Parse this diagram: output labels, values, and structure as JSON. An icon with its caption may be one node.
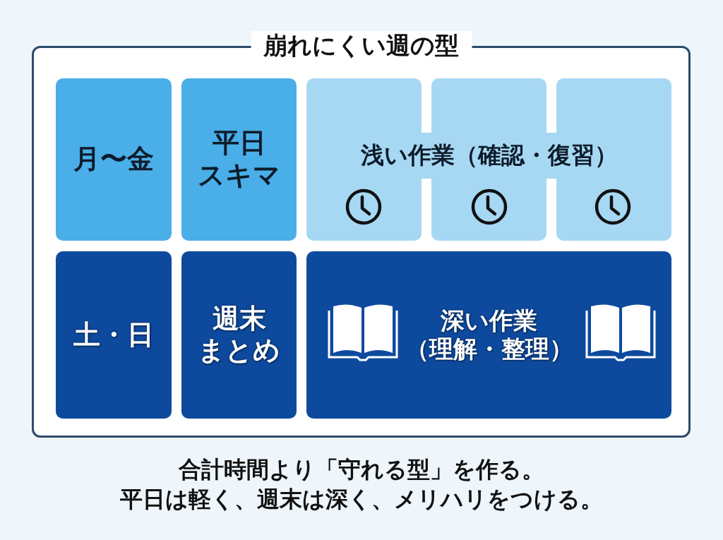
{
  "diagram": {
    "caption": "合計時間より「守れる型」を作る。平日は軽く、週末は深く、メリハリをつける。",
    "nodes": [
      {
        "text": [
          "崩れにくい週の型"
        ]
      },
      {
        "text": [
          "月〜金"
        ],
        "in": 0
      },
      {
        "text": [
          "平日スキマ"
        ],
        "in": 0
      },
      {
        "text": [
          "浅い作業（確認・復習）"
        ],
        "in": 0
      },
      {
        "text": [
          "土・日"
        ],
        "in": 0
      },
      {
        "text": [
          "週末まとめ"
        ],
        "in": 0
      },
      {
        "text": [
          "深い作業（理解・整理）"
        ],
        "in": 0
      }
    ]
  }
}
